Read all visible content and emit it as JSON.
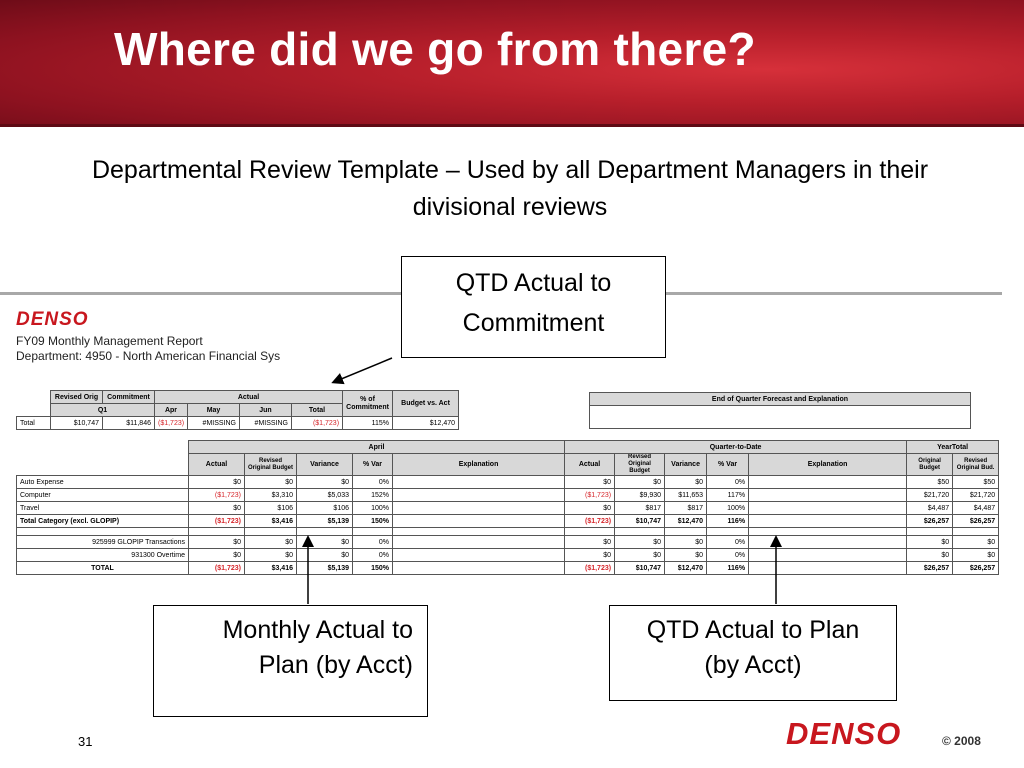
{
  "slide": {
    "title": "Where did we go from there?",
    "subtitle": "Departmental Review Template – Used by all Department Managers in their divisional reviews",
    "page_number": "31",
    "footer_logo": "DENSO",
    "copyright": "© 2008"
  },
  "report": {
    "logo": "DENSO",
    "title_line1": "FY09 Monthly Management Report",
    "title_line2": "Department: 4950 - North American Financial Sys"
  },
  "summary": {
    "headers": [
      "Revised Orig",
      "Commitment",
      "Actual",
      "% of Commitment",
      "Budget vs. Act"
    ],
    "subheaders": [
      "Q1",
      "Apr",
      "May",
      "Jun",
      "Total"
    ],
    "row": [
      "Total",
      "$10,747",
      "$11,846",
      "($1,723)",
      "#MISSING",
      "#MISSING",
      "($1,723)",
      "115%",
      "$12,470"
    ]
  },
  "forecast": {
    "header": "End of Quarter Forecast and Explanation"
  },
  "detail": {
    "group_headers": [
      "April",
      "Quarter-to-Date",
      "YearTotal"
    ],
    "columns_month": [
      "Actual",
      "Revised Original Budget",
      "Variance",
      "% Var",
      "Explanation"
    ],
    "columns_qtd": [
      "Actual",
      "Revised Original Budget",
      "Variance",
      "% Var",
      "Explanation"
    ],
    "columns_year": [
      "Original Budget",
      "Revised Original Bud."
    ],
    "rows": [
      {
        "label": "Auto Expense",
        "cells": [
          "$0",
          "$0",
          "$0",
          "0%",
          "",
          "$0",
          "$0",
          "$0",
          "0%",
          "",
          "$50",
          "$50"
        ]
      },
      {
        "label": "Computer",
        "cells": [
          "($1,723)",
          "$3,310",
          "$5,033",
          "152%",
          "",
          "($1,723)",
          "$9,930",
          "$11,653",
          "117%",
          "",
          "$21,720",
          "$21,720"
        ]
      },
      {
        "label": "Travel",
        "cells": [
          "$0",
          "$106",
          "$106",
          "100%",
          "",
          "$0",
          "$817",
          "$817",
          "100%",
          "",
          "$4,487",
          "$4,487"
        ]
      },
      {
        "label": "Total Category (excl. GLOPIP)",
        "cells": [
          "($1,723)",
          "$3,416",
          "$5,139",
          "150%",
          "",
          "($1,723)",
          "$10,747",
          "$12,470",
          "116%",
          "",
          "$26,257",
          "$26,257"
        ]
      },
      {
        "label": "925999 GLOPIP Transactions",
        "cells": [
          "$0",
          "$0",
          "$0",
          "0%",
          "",
          "$0",
          "$0",
          "$0",
          "0%",
          "",
          "$0",
          "$0"
        ]
      },
      {
        "label": "931300 Overtime",
        "cells": [
          "$0",
          "$0",
          "$0",
          "0%",
          "",
          "$0",
          "$0",
          "$0",
          "0%",
          "",
          "$0",
          "$0"
        ]
      },
      {
        "label": "TOTAL",
        "cells": [
          "($1,723)",
          "$3,416",
          "$5,139",
          "150%",
          "",
          "($1,723)",
          "$10,747",
          "$12,470",
          "116%",
          "",
          "$26,257",
          "$26,257"
        ]
      }
    ]
  },
  "callouts": {
    "qtd_commitment": [
      "QTD Actual to",
      "Commitment"
    ],
    "monthly_plan": [
      "Monthly Actual to",
      "Plan (by Acct)"
    ],
    "qtd_plan": [
      "QTD Actual to Plan",
      "(by Acct)"
    ]
  },
  "colors": {
    "banner": "#a51a28",
    "negative": "#d6262b",
    "logo": "#c8171e"
  }
}
